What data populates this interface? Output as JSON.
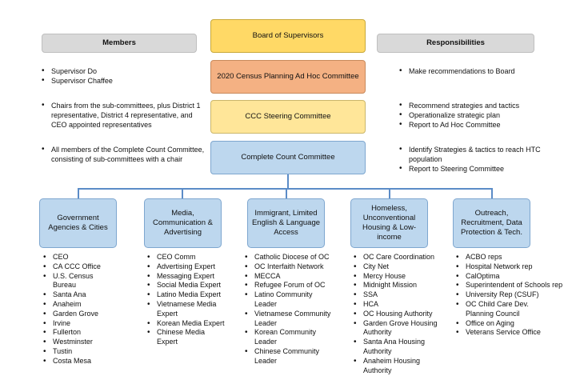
{
  "headers": {
    "members": "Members",
    "responsibilities": "Responsibilities"
  },
  "chain": {
    "board": "Board of Supervisors",
    "census": "2020 Census Planning Ad Hoc Committee",
    "steering": "CCC Steering Committee",
    "ccc": "Complete Count Committee"
  },
  "members": [
    [
      "Supervisor Do",
      "Supervisor Chaffee"
    ],
    [
      "Chairs from the sub-committees, plus District 1 representative, District 4 representative, and CEO appointed representatives"
    ],
    [
      "All members of the Complete Count Committee, consisting of sub-committees with a chair"
    ]
  ],
  "responsibilities": [
    [
      "Make recommendations to Board"
    ],
    [
      "Recommend strategies and tactics",
      "Operationalize strategic plan",
      "Report to Ad Hoc Committee"
    ],
    [
      "Identify Strategies & tactics to reach HTC population",
      "Report to Steering Committee"
    ]
  ],
  "subcommittees": [
    {
      "title": "Government Agencies & Cities",
      "items": [
        "CEO",
        "CA CCC Office",
        "U.S. Census Bureau",
        "Santa Ana",
        "Anaheim",
        "Garden Grove",
        "Irvine",
        "Fullerton",
        "Westminster",
        "Tustin",
        "Costa Mesa"
      ]
    },
    {
      "title": "Media, Communication & Advertising",
      "items": [
        "CEO Comm",
        "Advertising Expert",
        "Messaging Expert",
        "Social Media Expert",
        "Latino Media Expert",
        "Vietnamese Media Expert",
        "Korean Media Expert",
        "Chinese Media Expert"
      ]
    },
    {
      "title": "Immigrant, Limited English & Language Access",
      "items": [
        "Catholic Diocese of OC",
        "OC Interfaith Network",
        "MECCA",
        "Refugee Forum of OC",
        "Latino Community Leader",
        "Vietnamese Community Leader",
        "Korean Community Leader",
        "Chinese Community Leader"
      ]
    },
    {
      "title": "Homeless, Unconventional Housing & Low-income",
      "items": [
        "OC Care Coordination",
        "City Net",
        "Mercy House",
        "Midnight Mission",
        "SSA",
        "HCA",
        "OC Housing Authority",
        "Garden Grove Housing Authority",
        "Santa Ana Housing Authority",
        "Anaheim Housing Authority"
      ]
    },
    {
      "title": "Outreach, Recruitment, Data Protection & Tech.",
      "items": [
        "ACBO reps",
        "Hospital Network rep",
        "CalOptima",
        "Superintendent of Schools rep",
        "University Rep (CSUF)",
        "OC Child Care Dev. Planning Council",
        "Office on Aging",
        "Veterans Service Office"
      ]
    }
  ],
  "colors": {
    "board": "#ffd966",
    "census": "#f4b183",
    "steering": "#ffe699",
    "ccc": "#bdd7ee",
    "connector": "#5b8cc7",
    "header": "#d9d9d9"
  }
}
